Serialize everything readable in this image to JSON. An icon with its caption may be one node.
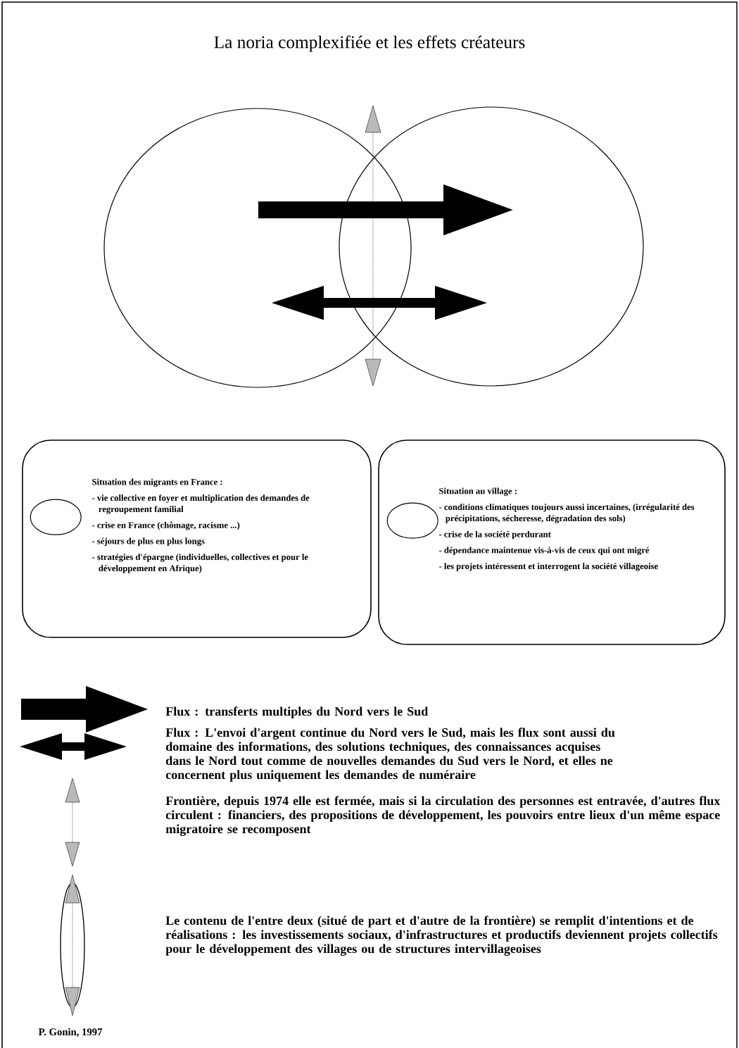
{
  "diagram": {
    "title": "La noria complexifiée et les effets créateurs",
    "nodes": [
      {
        "text": [],
        "shape": "circle"
      },
      {
        "text": [],
        "shape": "circle"
      },
      {
        "text": [
          "Situation des migrants en France :",
          "- vie collective en foyer et multiplication des demandes de regroupement familial",
          "- crise en France (chômage, racisme ...)",
          "- séjours de plus en plus longs",
          "- stratégies d'épargne (individuelles, collectives et pour le développement en Afrique)"
        ]
      },
      {
        "text": [],
        "shape": "circle",
        "in": 2
      },
      {
        "text": [
          "Situation au village :",
          "- conditions climatiques toujours aussi incertaines, (irrégularité des précipitations, sécheresse, dégradation des sols)",
          "- crise de la société perdurant",
          "- dépendance maintenue vis-à-vis de ceux qui ont migré",
          "- les projets intéressent et interrogent la société villageoise"
        ]
      },
      {
        "text": [],
        "shape": "circle",
        "in": 4
      }
    ],
    "edges": [
      {
        "from": 0,
        "to": 1,
        "arrow": "to"
      },
      {
        "from": 0,
        "to": 1,
        "arrow": "both"
      }
    ],
    "labels": [
      "P. Gonin, 1997"
    ],
    "legend": [
      {
        "text": "Flux : transferts multiples du Nord vers le Sud"
      },
      {
        "text": "Flux : L'envoi d'argent continue du Nord vers le Sud, mais les flux sont aussi du domaine des informations, des solutions techniques, des connaissances acquises dans le Nord tout comme de nouvelles demandes du Sud vers le Nord, et elles ne concernent plus uniquement les demandes de numéraire"
      },
      {
        "text": "Frontière, depuis 1974 elle est fermée, mais si la circulation des personnes est entravée, d'autres flux circulent : financiers, des propositions de développement, les pouvoirs entre lieux d'un même espace migratoire se recomposent"
      },
      {
        "text": "Le contenu de l'entre deux (situé de part et d'autre de la frontière) se remplit d'intentions et de réalisations : les investissements sociaux, d'infrastructures et productifs deviennent projets collectifs pour le développement des villages ou de structures intervillageoises"
      }
    ]
  }
}
